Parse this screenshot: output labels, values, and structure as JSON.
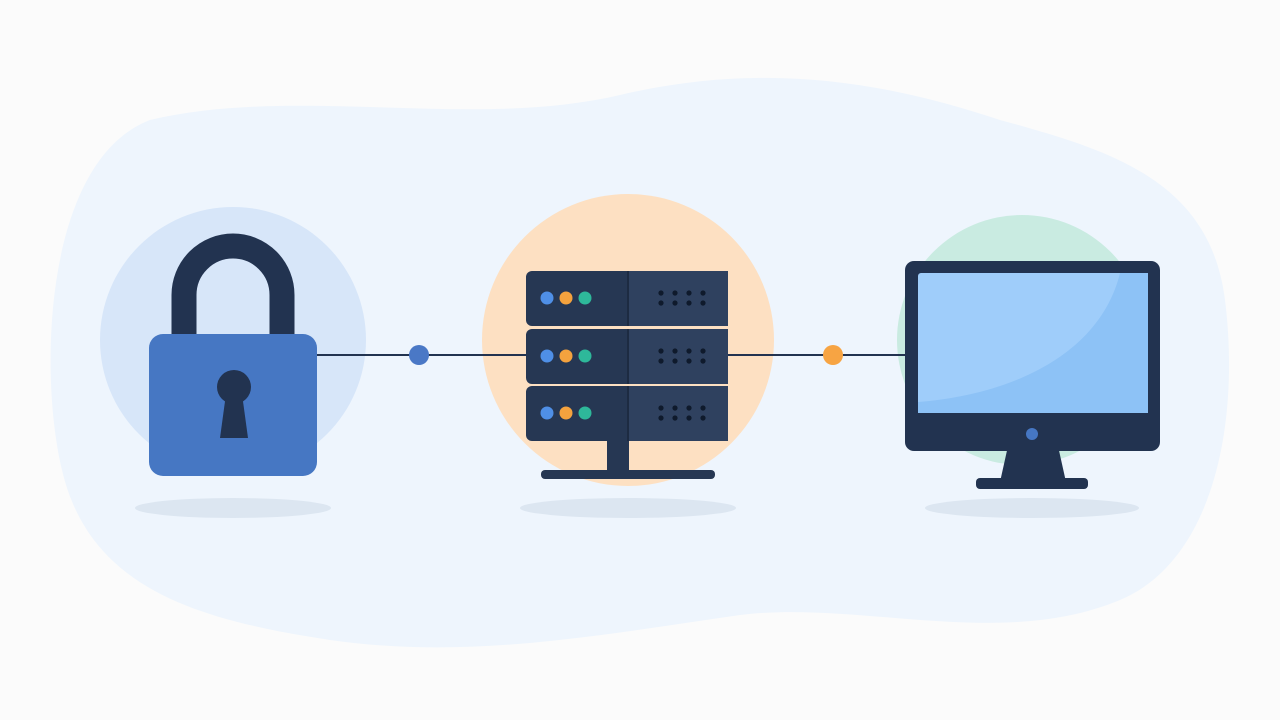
{
  "colors": {
    "page_background": "#fbfbfb",
    "blob": "#eef5fd",
    "lock_halo": "#d7e6f9",
    "lock_body": "#4677c3",
    "lock_shackle": "#223350",
    "server_halo": "#fde0c2",
    "server_body": "#263753",
    "server_panel": "#2f415f",
    "monitor_halo": "#c9ebe1",
    "monitor_frame": "#223350",
    "monitor_screen": "#9fcdfa",
    "monitor_screen_highlight": "#8dc2f6",
    "link_line": "#223350",
    "node_left": "#4a78c6",
    "node_right": "#f7a443",
    "led_blue": "#4f8fe6",
    "led_orange": "#f4a23e",
    "led_teal": "#2eb89a",
    "shadow": "#dce6f1"
  },
  "diagram": {
    "nodes": [
      {
        "id": "lock",
        "icon": "padlock-icon"
      },
      {
        "id": "server",
        "icon": "server-rack-icon"
      },
      {
        "id": "client",
        "icon": "desktop-monitor-icon"
      }
    ],
    "links": [
      {
        "from": "lock",
        "to": "server"
      },
      {
        "from": "server",
        "to": "client"
      }
    ]
  }
}
